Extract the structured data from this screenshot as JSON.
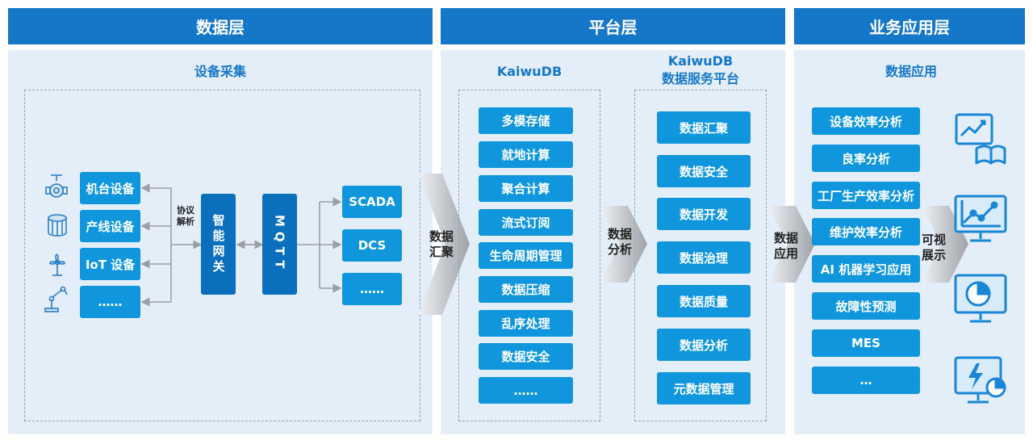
{
  "headers": {
    "data_layer": "数据层",
    "platform_layer": "平台层",
    "business_layer": "业务应用层"
  },
  "data_layer": {
    "section_title": "设备采集",
    "devices": [
      "机台设备",
      "产线设备",
      "IoT 设备",
      "……"
    ],
    "device_icons": [
      "valve-icon",
      "drum-icon",
      "fan-icon",
      "robot-arm-icon"
    ],
    "protocol_label": [
      "协议",
      "解析"
    ],
    "gateway": "智能网关",
    "mqtt": "MQTT",
    "targets": [
      "SCADA",
      "DCS",
      "……"
    ]
  },
  "platform_layer": {
    "kaiwudb_title": "KaiwuDB",
    "kaiwudb_items": [
      "多模存储",
      "就地计算",
      "聚合计算",
      "流式订阅",
      "生命周期管理",
      "数据压缩",
      "乱序处理",
      "数据安全",
      "……"
    ],
    "service_title_line1": "KaiwuDB",
    "service_title_line2": "数据服务平台",
    "service_items": [
      "数据汇聚",
      "数据安全",
      "数据开发",
      "数据治理",
      "数据质量",
      "数据分析",
      "元数据管理"
    ]
  },
  "business_layer": {
    "section_title": "数据应用",
    "apps": [
      "设备效率分析",
      "良率分析",
      "工厂生产效率分析",
      "维护效率分析",
      "AI 机器学习应用",
      "故障性预测",
      "MES",
      "…"
    ],
    "icons": [
      "dashboard-book-icon",
      "line-chart-monitor-icon",
      "pie-chart-monitor-icon",
      "energy-monitor-icon"
    ]
  },
  "flow_arrows": {
    "aggregate": [
      "数据",
      "汇聚"
    ],
    "analyze": [
      "数据",
      "分析"
    ],
    "apply": [
      "数据",
      "应用"
    ],
    "visualize": [
      "可视",
      "展示"
    ]
  },
  "colors": {
    "header_blue": "#1577c7",
    "item_blue": "#0f96dc",
    "dark_blue": "#0a6fbd",
    "panel_bg": "#e4eef8",
    "arrow_gray": "#a9adb2"
  }
}
